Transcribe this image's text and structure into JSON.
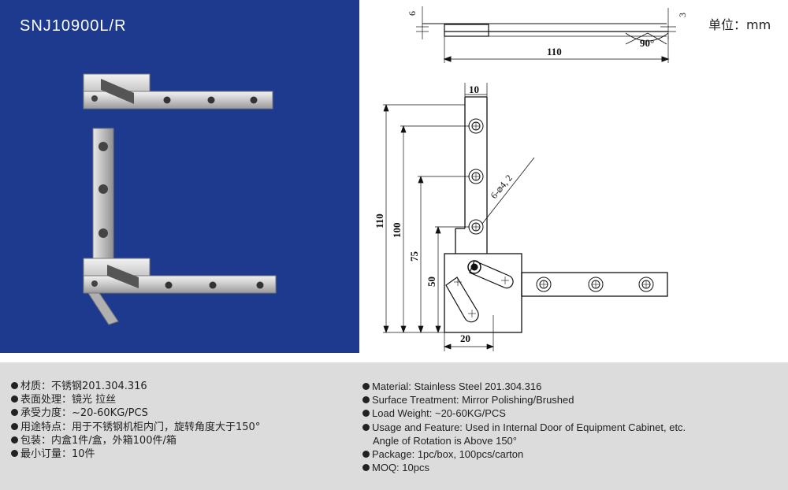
{
  "header": {
    "model": "SNJ10900L/R",
    "unit": "单位：mm"
  },
  "dimensions": {
    "top_thickness": "6",
    "top_right": "3",
    "angle": "90°",
    "length_top": "110",
    "width_10": "10",
    "hole_spec": "6-⌀4, 2",
    "h110": "110",
    "h100": "100",
    "h75": "75",
    "h50": "50",
    "w20": "20"
  },
  "specs_cn": [
    "材质：不锈钢201.304.316",
    "表面处理：镜光 拉丝",
    "承受力度：~20-60KG/PCS",
    "用途特点：用于不锈钢机柜内门，旋转角度大于150°",
    "包装：内盒1件/盒，外箱100件/箱",
    "最小订量：10件"
  ],
  "specs_en": [
    "Material: Stainless Steel 201.304.316",
    "Surface Treatment: Mirror Polishing/Brushed",
    "Load Weight: ~20-60KG/PCS",
    "Usage and Feature: Used in Internal Door of Equipment Cabinet, etc.",
    "Angle of Rotation is Above 150°",
    "Package: 1pc/box, 100pcs/carton",
    "MOQ: 10pcs"
  ]
}
